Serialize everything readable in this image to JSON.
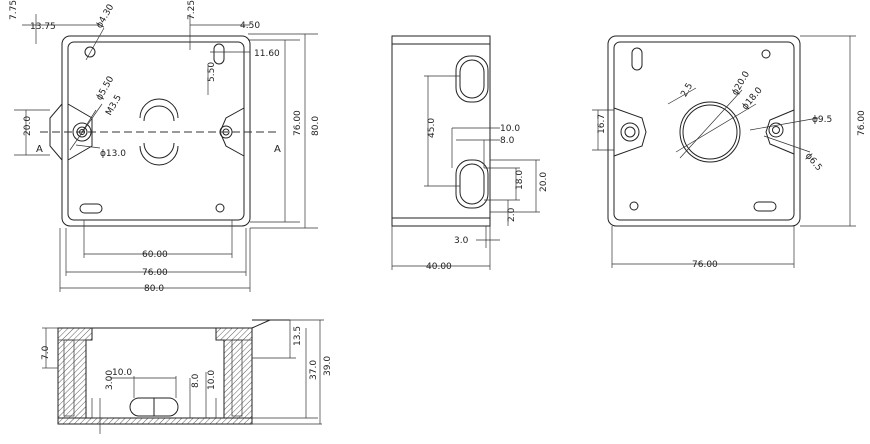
{
  "top_view": {
    "dims": [
      "7.75",
      "13.75",
      "ɸ4.30",
      "7.25",
      "4.50",
      "11.60",
      "5.50",
      "ɸ5.50",
      "M3.5",
      "20.0",
      "ɸ13.0",
      "76.00",
      "80.0",
      "60.00",
      "76.00",
      "80.0"
    ],
    "section_marks": [
      "A",
      "A"
    ]
  },
  "side_view": {
    "dims": [
      "45.0",
      "10.0",
      "8.0",
      "18.0",
      "20.0",
      "2.0",
      "3.0",
      "40.00"
    ]
  },
  "back_view": {
    "dims": [
      "ɸ20.0",
      "ɸ18.0",
      "2.5",
      "16.7",
      "ɸ9.5",
      "ɸ6.5",
      "76.00",
      "76.00"
    ]
  },
  "section_view": {
    "dims": [
      "7.0",
      "10.0",
      "3.00",
      "8.0",
      "10.0",
      "13.5",
      "37.0",
      "39.0"
    ]
  },
  "colors": {
    "line": "#222222",
    "background": "#ffffff"
  }
}
